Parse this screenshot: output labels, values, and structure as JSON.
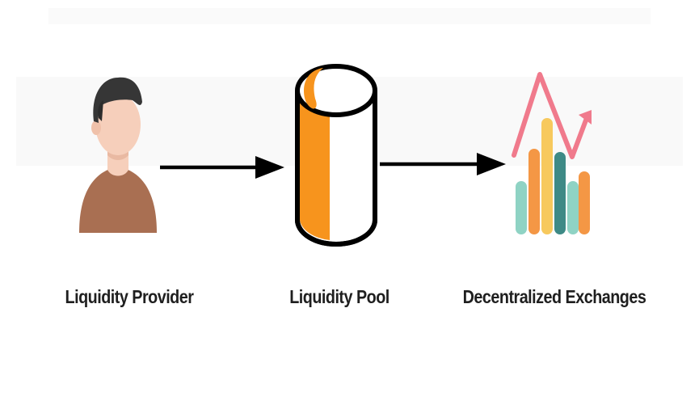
{
  "diagram": {
    "nodes": [
      {
        "id": "provider",
        "label": "Liquidity Provider",
        "icon": "person-icon"
      },
      {
        "id": "pool",
        "label": "Liquidity Pool",
        "icon": "cylinder-icon"
      },
      {
        "id": "exchanges",
        "label": "Decentralized Exchanges",
        "icon": "chart-icon"
      }
    ],
    "edges": [
      {
        "from": "provider",
        "to": "pool"
      },
      {
        "from": "pool",
        "to": "exchanges"
      }
    ]
  },
  "colors": {
    "background": "#ffffff",
    "arrow": "#000000",
    "label_text": "#1f1f1f",
    "skin": "#f6cfbb",
    "hair": "#363636",
    "shirt": "#a96f52",
    "pool_orange": "#f7941d",
    "chart_pink": "#f07a8c",
    "chart_yellow": "#f7c95d",
    "chart_orange": "#f49745",
    "chart_teal": "#3e8a86",
    "chart_mint": "#8fd3c4"
  }
}
